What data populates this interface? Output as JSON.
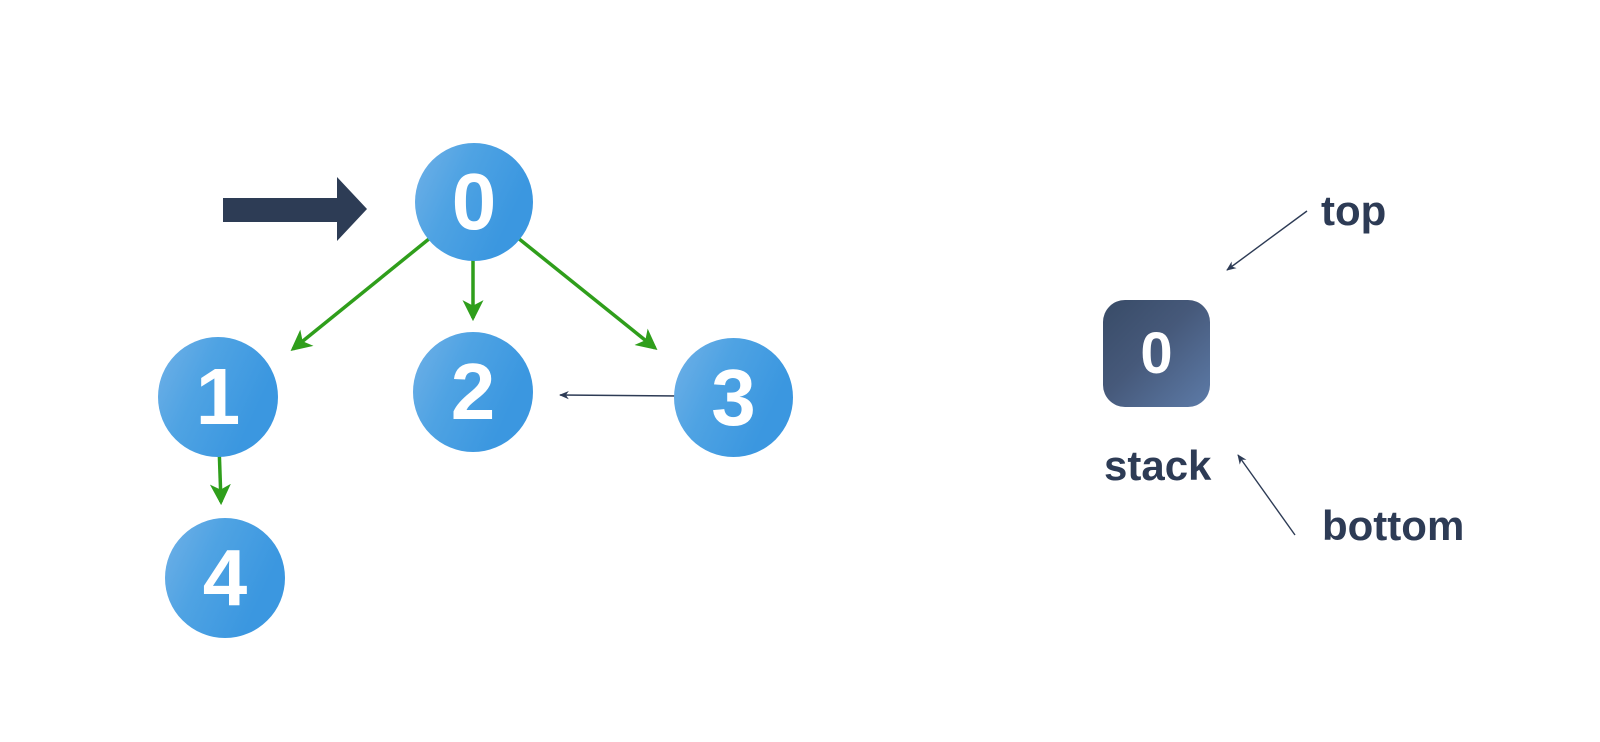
{
  "graph": {
    "nodes": [
      {
        "label": "0"
      },
      {
        "label": "1"
      },
      {
        "label": "2"
      },
      {
        "label": "3"
      },
      {
        "label": "4"
      }
    ],
    "edges": [
      {
        "from": "0",
        "to": "1",
        "style": "green-arrow"
      },
      {
        "from": "0",
        "to": "2",
        "style": "green-arrow"
      },
      {
        "from": "0",
        "to": "3",
        "style": "green-arrow"
      },
      {
        "from": "1",
        "to": "4",
        "style": "green-arrow"
      },
      {
        "from": "3",
        "to": "2",
        "style": "thin-navy-arrow"
      }
    ],
    "entry_arrow": {
      "points_to": "0"
    }
  },
  "stack": {
    "items": [
      {
        "label": "0"
      }
    ],
    "caption": "stack",
    "top_label": "top",
    "bottom_label": "bottom"
  },
  "colors": {
    "background": "#ffffff",
    "node_fill": "#3b97e0",
    "node_fill_light": "#71b1e7",
    "node_text": "#ffffff",
    "edge_green": "#2f9e1b",
    "navy": "#2d3b55",
    "stack_fill_dark": "#384b67",
    "stack_fill_light": "#5d7ba8",
    "stack_text": "#ffffff"
  }
}
